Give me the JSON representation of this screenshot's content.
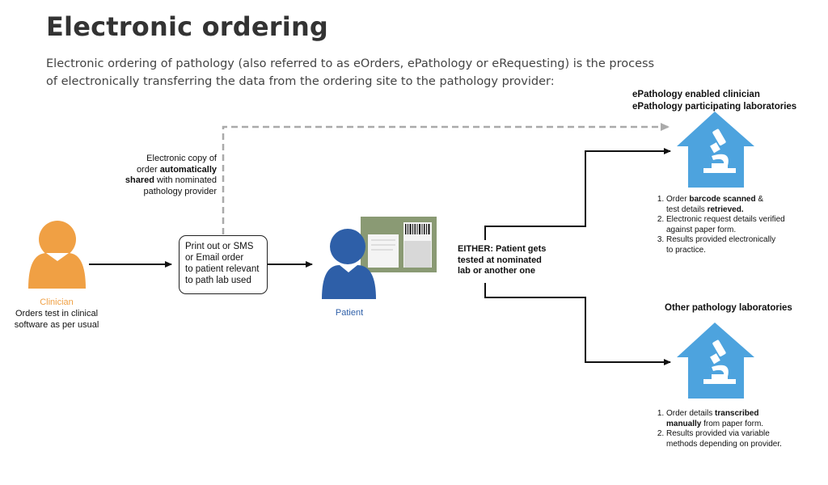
{
  "header": {
    "title": "Electronic ordering",
    "intro": "Electronic ordering of pathology (also referred to as eOrders, ePathology or eRequesting) is the process of electronically transferring the data from the ordering site to the pathology provider:"
  },
  "clinician": {
    "label": "Clinician",
    "description_line1": "Orders test in clinical",
    "description_line2": "software as per usual",
    "color": "#f0a044"
  },
  "electronic_copy": {
    "line1": "Electronic copy of",
    "line2_pre": "order ",
    "line2_bold": "automatically",
    "line3_bold": "shared",
    "line3_post": " with nominated",
    "line4": "pathology provider"
  },
  "order_box": {
    "line1": "Print out or SMS",
    "line2": "or Email order",
    "line3": "to patient relevant",
    "line4": "to path lab used"
  },
  "patient": {
    "label": "Patient",
    "color": "#2e5fa8"
  },
  "either": {
    "line1": "EITHER: Patient gets",
    "line2": "tested at nominated",
    "line3": "lab or another one"
  },
  "epathology_lab": {
    "heading_line1": "ePathology enabled clinician",
    "heading_line2": "ePathology participating laboratories",
    "step1_pre": "Order ",
    "step1_bold": "barcode scanned",
    "step1_post": " &",
    "step1_line2_pre": "test details ",
    "step1_line2_bold": "retrieved.",
    "step2_line1": "Electronic request details verified",
    "step2_line2": "against paper form.",
    "step3_line1": "Results provided electronically",
    "step3_line2": "to practice.",
    "color": "#4da3de"
  },
  "other_lab": {
    "heading": "Other pathology laboratories",
    "step1_pre": "Order details ",
    "step1_bold": "transcribed",
    "step1_line2_bold": "manually",
    "step1_line2_post": " from paper form.",
    "step2_line1": "Results provided via variable",
    "step2_line2": "methods depending on provider.",
    "color": "#4da3de"
  },
  "icons": {
    "clinician": "person-icon",
    "patient": "person-icon",
    "paper_form": "paper-form-with-barcode-icon",
    "lab": "microscope-house-icon"
  }
}
